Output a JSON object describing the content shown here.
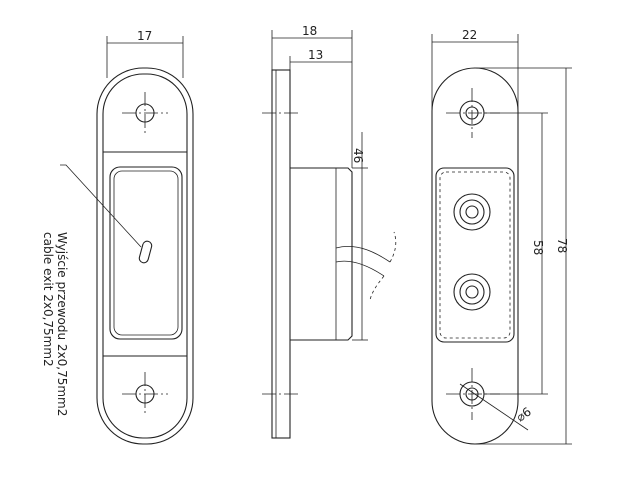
{
  "dimensions": {
    "front_width": "17",
    "side_total_width": "18",
    "side_inner_width": "13",
    "side_body_height": "46",
    "back_width": "22",
    "back_hole_spacing": "58",
    "back_total_height": "78",
    "back_hole_diameter": "⌀6"
  },
  "cable_note": {
    "line1": "Wyjście przewodu 2x0,75mm2",
    "line2": "cable exit 2x0,75mm2"
  },
  "colors": {
    "line": "#222222",
    "background": "#ffffff"
  }
}
